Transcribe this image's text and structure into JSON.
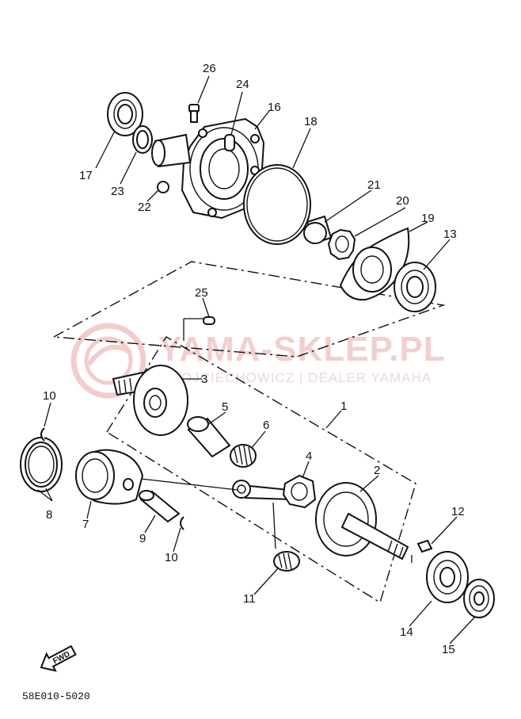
{
  "watermark": {
    "title": "YAMA-SKLEP.PL",
    "subtitle": "WOJCIECHOWICZ | DEALER YAMAHA",
    "color": "#e8a0a0"
  },
  "diagram": {
    "code": "58E010-5020",
    "fwd_label": "FWD",
    "callouts": [
      {
        "id": "c1",
        "label": "1"
      },
      {
        "id": "c2",
        "label": "2"
      },
      {
        "id": "c3",
        "label": "3"
      },
      {
        "id": "c4",
        "label": "4"
      },
      {
        "id": "c5",
        "label": "5"
      },
      {
        "id": "c6",
        "label": "6"
      },
      {
        "id": "c7",
        "label": "7"
      },
      {
        "id": "c8",
        "label": "8"
      },
      {
        "id": "c9",
        "label": "9"
      },
      {
        "id": "c10a",
        "label": "10"
      },
      {
        "id": "c10b",
        "label": "10"
      },
      {
        "id": "c11",
        "label": "11"
      },
      {
        "id": "c12",
        "label": "12"
      },
      {
        "id": "c13",
        "label": "13"
      },
      {
        "id": "c14",
        "label": "14"
      },
      {
        "id": "c15",
        "label": "15"
      },
      {
        "id": "c16",
        "label": "16"
      },
      {
        "id": "c17",
        "label": "17"
      },
      {
        "id": "c18",
        "label": "18"
      },
      {
        "id": "c19",
        "label": "19"
      },
      {
        "id": "c20",
        "label": "20"
      },
      {
        "id": "c21",
        "label": "21"
      },
      {
        "id": "c22",
        "label": "22"
      },
      {
        "id": "c23",
        "label": "23"
      },
      {
        "id": "c24",
        "label": "24"
      },
      {
        "id": "c25",
        "label": "25"
      },
      {
        "id": "c26",
        "label": "26"
      }
    ]
  }
}
